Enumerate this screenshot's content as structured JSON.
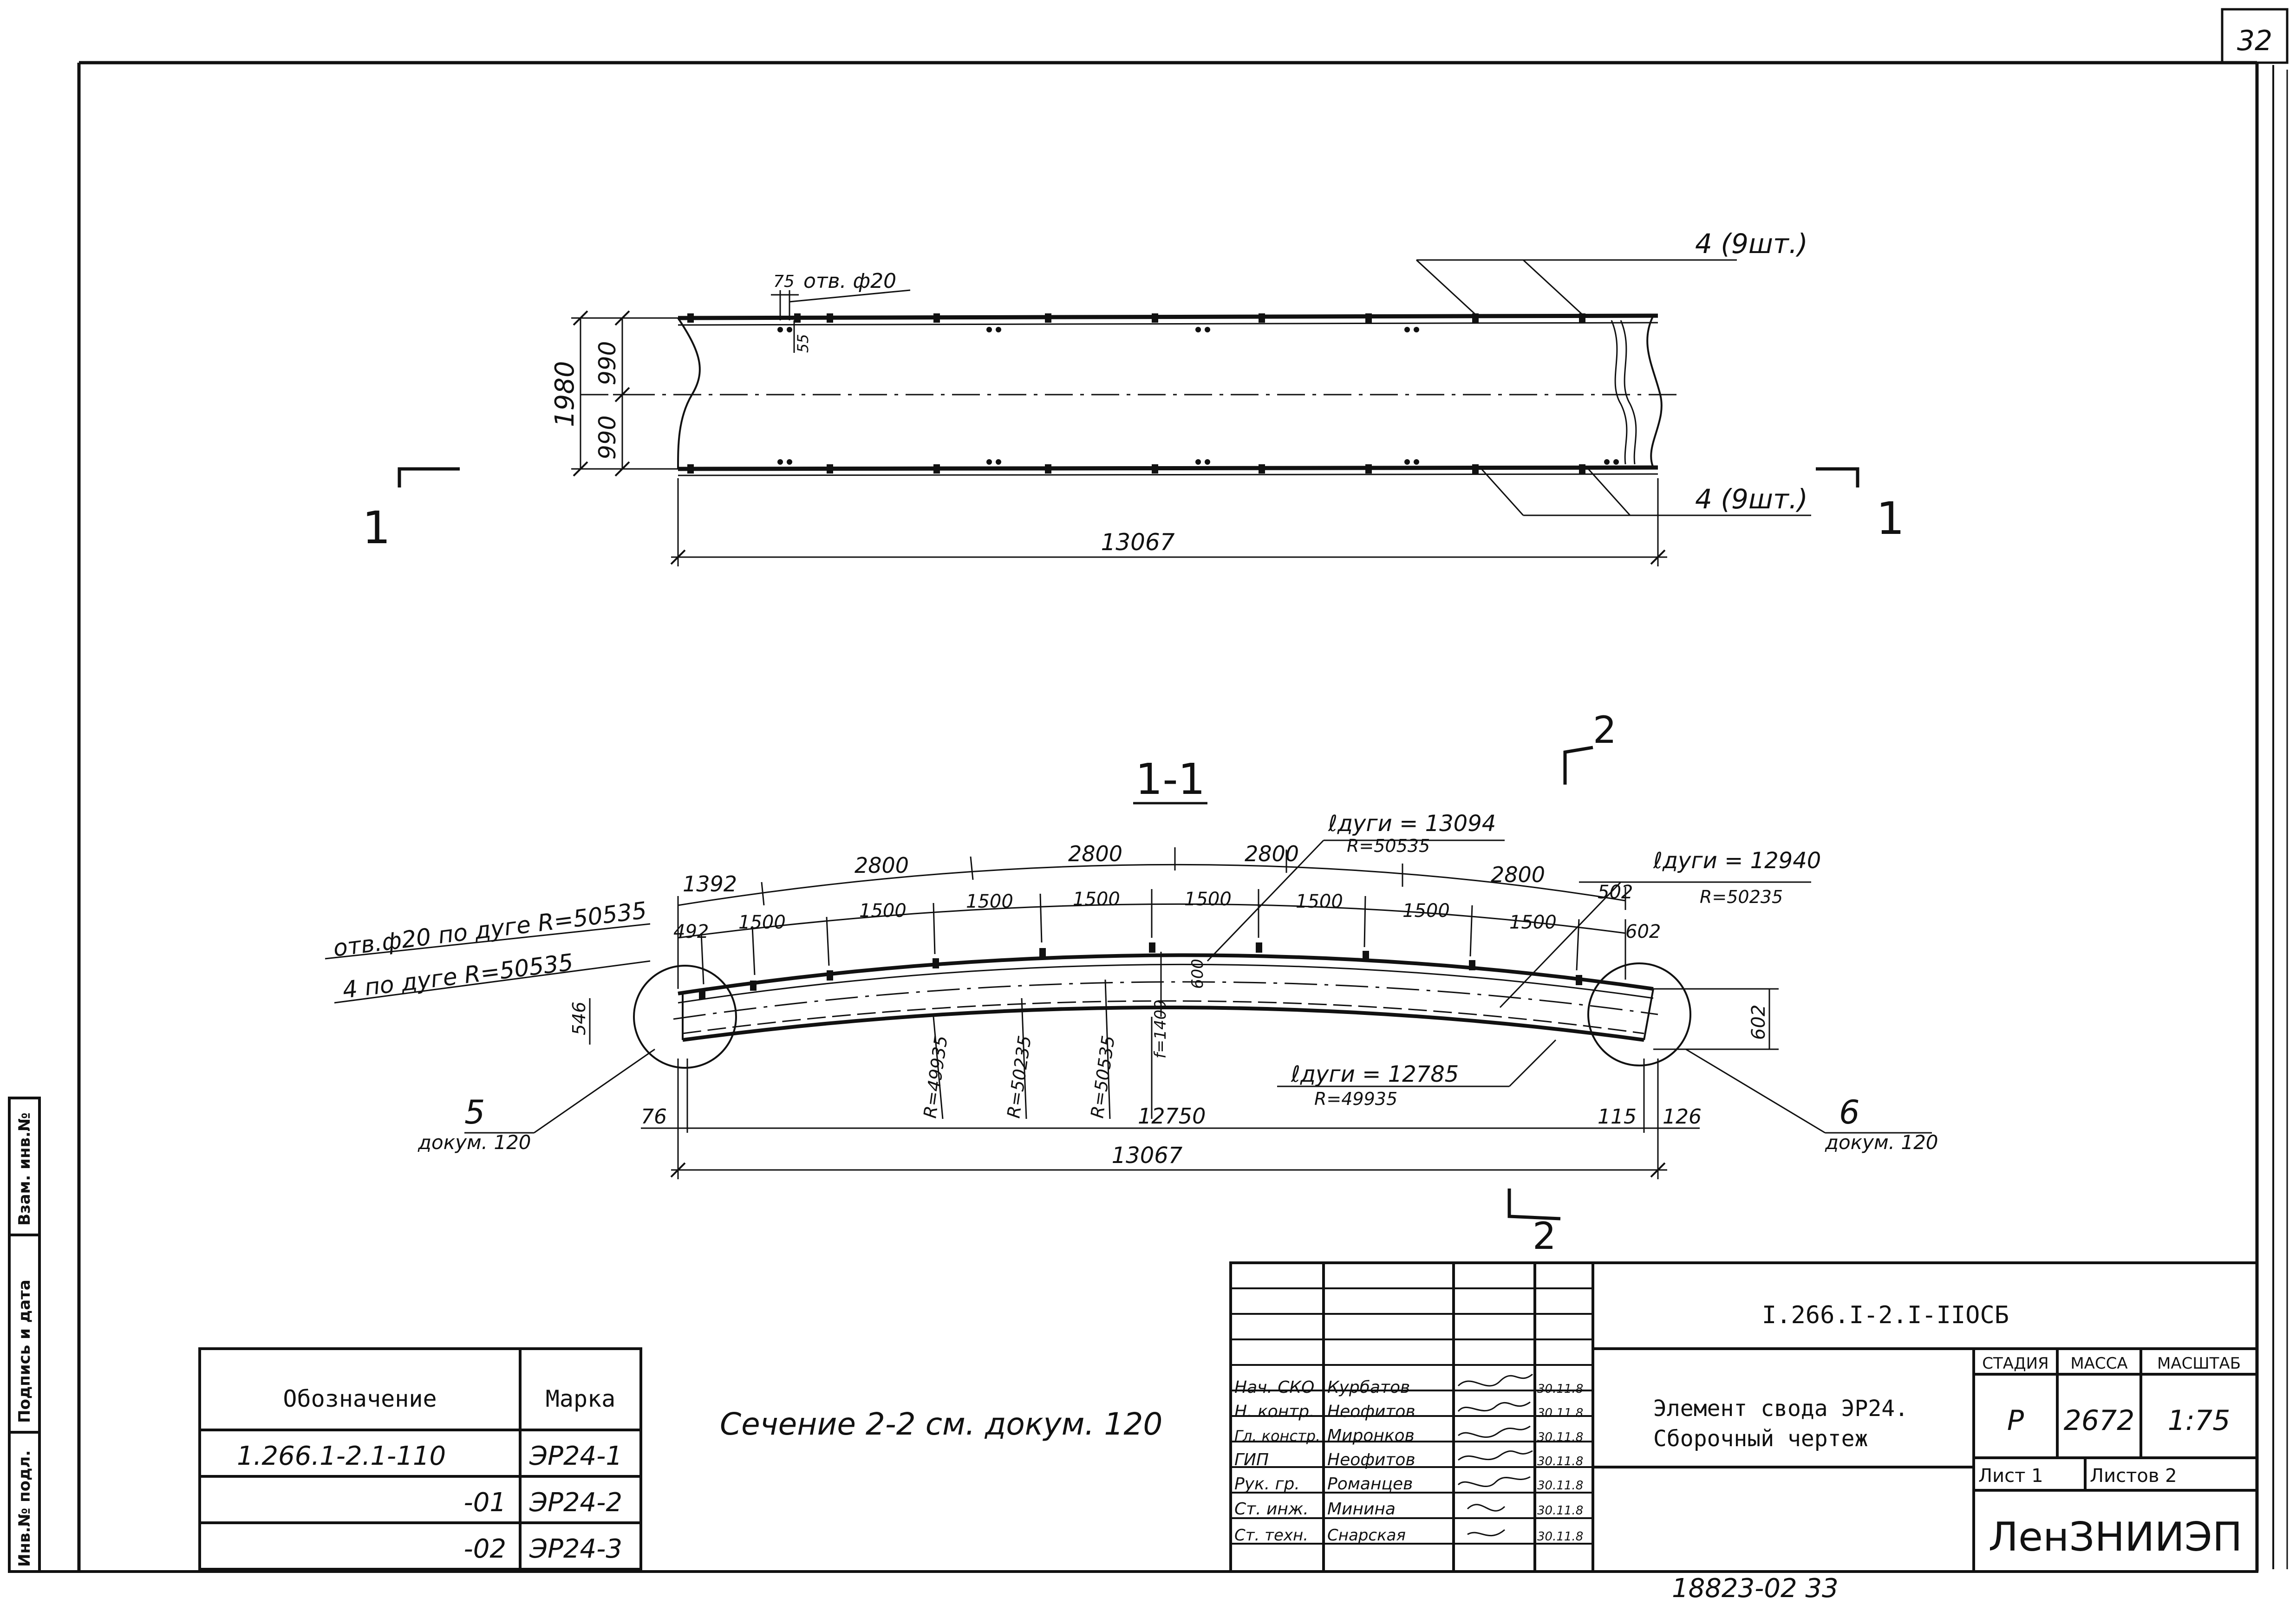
{
  "sheet_number": "32",
  "plan": {
    "label_holes": "отв. ф20",
    "dim_75": "75",
    "dim_55": "55",
    "dim_1980": "1980",
    "dim_990_top": "990",
    "dim_990_bottom": "990",
    "dim_13067": "13067",
    "callout_top": "4 (9шт.)",
    "callout_bottom": "4 (9шт.)",
    "cut_marker": "1"
  },
  "section": {
    "title": "1-1",
    "cut_marker": "2",
    "holes_arc_label": "отв.ф20 по дуге R=50535",
    "arc4_label": "4 по дуге R=50535",
    "dim_1392": "1392",
    "dim_2800": [
      "2800",
      "2800",
      "2800",
      "2800"
    ],
    "dim_492": "492",
    "dim_1500": [
      "1500",
      "1500",
      "1500",
      "1500",
      "1500",
      "1500",
      "1500",
      "1500"
    ],
    "dim_502": "502",
    "dim_602_top": "602",
    "dim_602_side": "602",
    "dim_546": "546",
    "dim_600": "600",
    "dim_f": "f=1409",
    "arc_top_l": "ℓдуги = 13094",
    "arc_top_r": "R=50535",
    "arc_right_l": "ℓдуги = 12940",
    "arc_right_r": "R=50235",
    "arc_bottom_l": "ℓдуги = 12785",
    "arc_bottom_r": "R=49935",
    "r_labels": [
      "R=49935",
      "R=50235",
      "R=50535"
    ],
    "node_left_num": "5",
    "node_left_ref": "докум. 120",
    "node_right_num": "6",
    "node_right_ref": "докум. 120",
    "dim_76": "76",
    "dim_12750": "12750",
    "dim_115": "115",
    "dim_126": "126",
    "dim_13067": "13067"
  },
  "note_section": "Сечение 2-2 см. докум. 120",
  "spec_table": {
    "header_designation": "Обозначение",
    "header_mark": "Марка",
    "rows": [
      {
        "designation": "1.266.1-2.1-110",
        "mark": "ЭР24-1"
      },
      {
        "designation": "-01",
        "mark": "ЭР24-2"
      },
      {
        "designation": "-02",
        "mark": "ЭР24-3"
      }
    ]
  },
  "title_block": {
    "doc_code": "I.266.I-2.I-IIOСБ",
    "title_line1": "Элемент свода ЭР24.",
    "title_line2": "Сборочный чертеж",
    "stage_label": "СТАДИЯ",
    "mass_label": "МАССА",
    "scale_label": "МАСШТАБ",
    "stage": "Р",
    "mass": "2672",
    "scale": "1:75",
    "sheet_label": "Лист 1",
    "sheets_label": "Листов 2",
    "org": "ЛенЗНИИЭП",
    "staff": [
      {
        "role": "Нач. СКО",
        "name": "Курбатов",
        "date": "30.11.8"
      },
      {
        "role": "Н. контр.",
        "name": "Неофитов",
        "date": "30.11.8"
      },
      {
        "role": "Гл. констр.",
        "name": "Миронков",
        "date": "30.11.8"
      },
      {
        "role": "ГИП",
        "name": "Неофитов",
        "date": "30.11.8"
      },
      {
        "role": "Рук. гр.",
        "name": "Романцев",
        "date": "30.11.8"
      },
      {
        "role": "Ст. инж.",
        "name": "Минина",
        "date": "30.11.8"
      },
      {
        "role": "Ст. техн.",
        "name": "Снарская",
        "date": "30.11.8"
      }
    ]
  },
  "side_stamp": {
    "inv_sub": "Инв.№ подл.",
    "sign_date": "Подпись и дата",
    "inv_swap": "Взам. инв.№"
  },
  "footer_code": "18823-02   33"
}
